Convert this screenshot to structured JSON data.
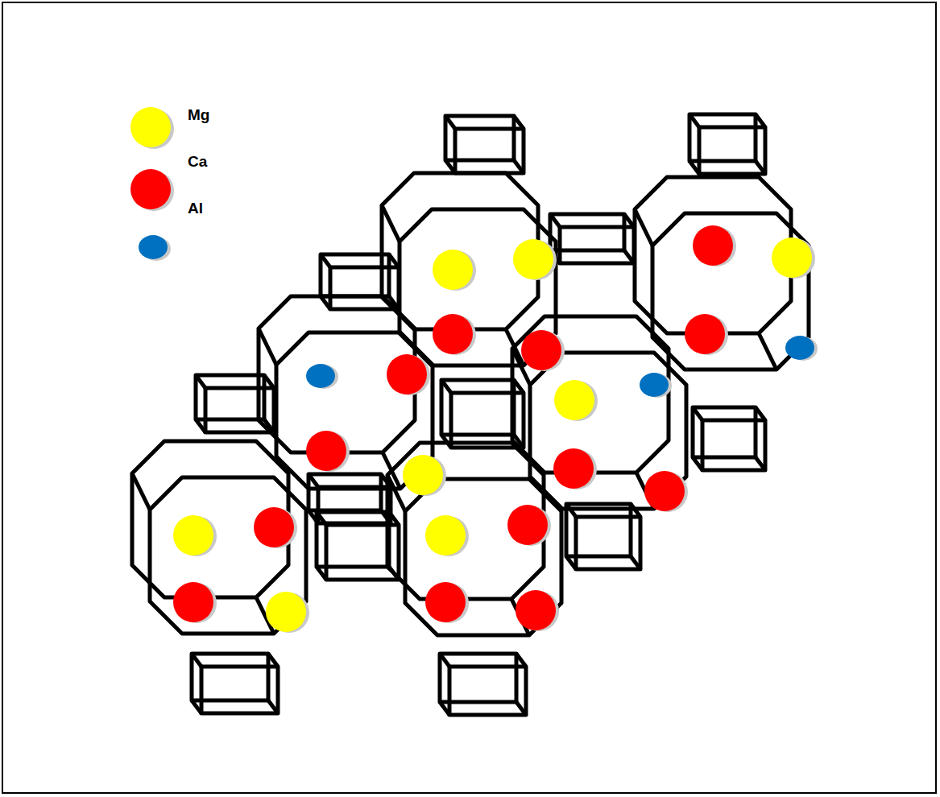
{
  "diagram": {
    "legend": [
      {
        "text": "Mg",
        "color": "#ffff00"
      },
      {
        "text": "Ca",
        "color": "#ff0000"
      },
      {
        "text": "Al",
        "color": "#0070c0"
      }
    ]
  }
}
